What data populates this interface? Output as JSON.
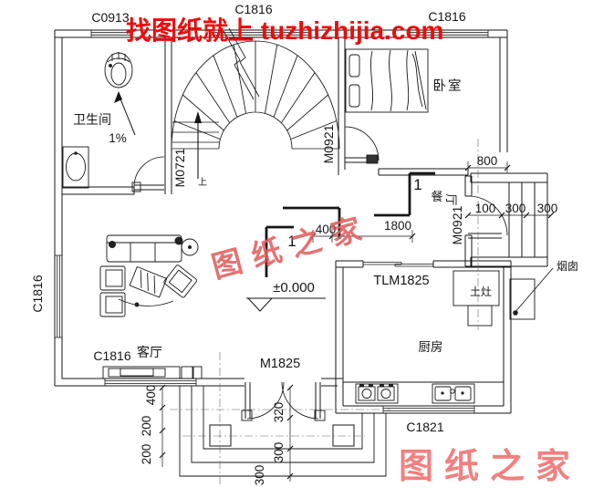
{
  "watermarks": {
    "top": "找图纸就上 tuzhizhijia.com",
    "center": "图纸之家",
    "bottom_right": "图纸之家"
  },
  "colors": {
    "line": "#161616",
    "watermark_top": "#ee0a0a",
    "watermark_center": "#e25e5e",
    "watermark_bottom": "#f28080"
  },
  "rooms": {
    "bathroom": "卫生间",
    "bedroom": "卧室",
    "living": "客厅",
    "kitchen": "厨房",
    "dining_char_1": "餐",
    "dining_char_2": "厅"
  },
  "fixtures": {
    "stove": "土灶",
    "chimney": "烟囱",
    "up": "上",
    "slope": "1%",
    "level": "±0.000"
  },
  "openings": {
    "c0913": "C0913",
    "c1816_top": "C1816",
    "c1816_right": "C1816",
    "c1816_left": "C1816",
    "c1816_bottom": "C1816",
    "c1821": "C1821",
    "m0721": "M0721",
    "m0921_bedroom": "M0921",
    "m0921_dining": "M0921",
    "m1825": "M1825",
    "tlm1825": "TLM1825"
  },
  "dimensions": {
    "d800": "800",
    "d100": "100",
    "d300a": "300",
    "d300b": "300",
    "d400_mid": "400",
    "d1800": "1800",
    "d400_left": "400",
    "d200a": "200",
    "d200b": "200",
    "d320": "320",
    "d300c": "300",
    "d300d": "300"
  },
  "section": {
    "mark": "1"
  }
}
